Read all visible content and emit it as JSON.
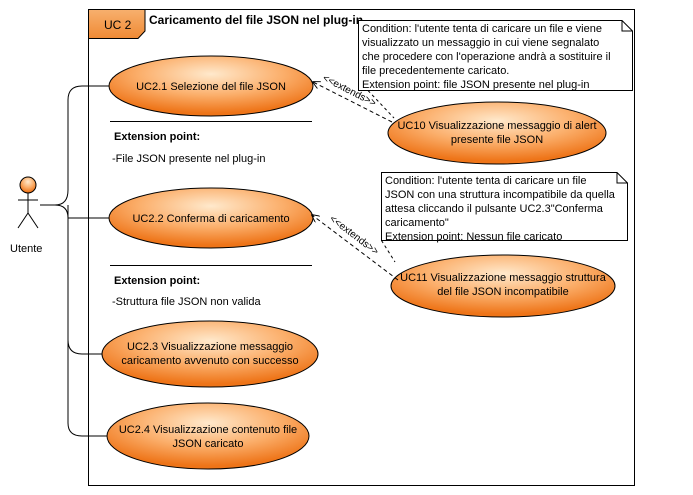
{
  "frame": {
    "tab_label": "UC 2",
    "title": "Caricamento del file JSON nel plug-in"
  },
  "actor": {
    "name": "Utente"
  },
  "use_cases": {
    "uc21": {
      "lines": [
        "UC2.1 Selezione del file JSON"
      ]
    },
    "uc22": {
      "lines": [
        "UC2.2 Conferma di caricamento"
      ]
    },
    "uc23": {
      "lines": [
        "UC2.3 Visualizzazione messaggio",
        "caricamento avvenuto con successo"
      ]
    },
    "uc24": {
      "lines": [
        "UC2.4 Visualizzazione contenuto file",
        "JSON caricato"
      ]
    },
    "uc10": {
      "lines": [
        "UC10 Visualizzazione messaggio di alert",
        "presente file JSON"
      ]
    },
    "uc11": {
      "lines": [
        "UC11 Visualizzazione messaggio struttura",
        "del file JSON incompatibile"
      ]
    }
  },
  "extension_points": {
    "first": {
      "heading": "Extension point:",
      "item": "-File JSON presente nel plug-in"
    },
    "second": {
      "heading": "Extension point:",
      "item": "-Struttura file JSON non valida"
    }
  },
  "extends_label": "<<extends>>",
  "notes": {
    "note1": {
      "lines": [
        "Condition: l'utente tenta di caricare un file e viene",
        "visualizzato un messaggio in cui viene segnalato",
        "che procedere con l'operazione andrà a sostituire il",
        "file precedentemente caricato.",
        "Extension point: file JSON presente nel plug-in"
      ]
    },
    "note2": {
      "lines": [
        "Condition: l'utente tenta di caricare un file",
        "JSON con una struttura incompatibile da quella",
        "attesa cliccando il pulsante UC2.3\"Conferma",
        "caricamento\"",
        "Extension point: Nessun file caricato"
      ]
    }
  },
  "colors": {
    "usecase_fill_light": "#ffe0b8",
    "usecase_fill_dark": "#f07c1e",
    "tab_fill": "#f5a35c",
    "line": "#000000"
  }
}
